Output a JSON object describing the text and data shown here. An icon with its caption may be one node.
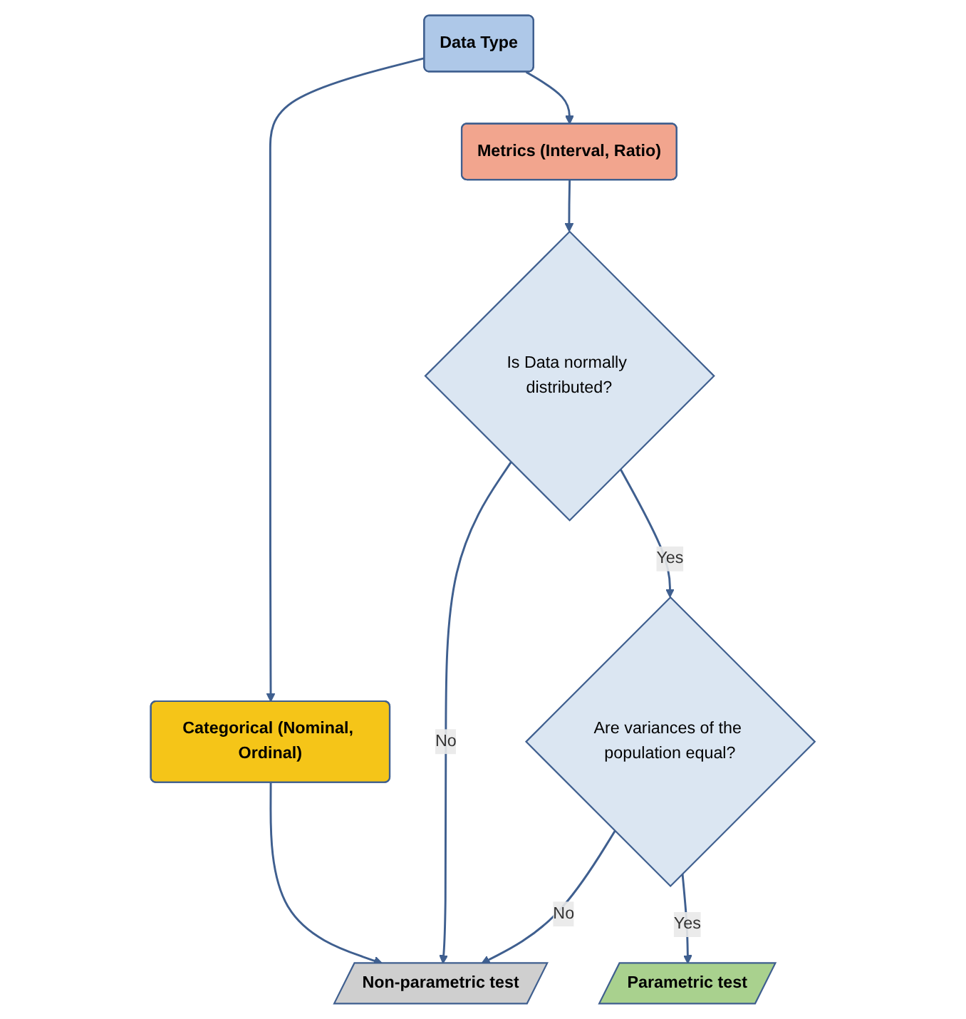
{
  "diagram": {
    "nodes": [
      {
        "text": [
          "Data Type"
        ]
      },
      {
        "text": [
          "Categorical (Nominal, Ordinal)"
        ]
      },
      {
        "text": [
          "Metrics (Interval, Ratio)"
        ]
      },
      {
        "text": [
          "Non-parametric test"
        ]
      },
      {
        "text": [
          "Is Data normally distributed?"
        ]
      },
      {
        "text": [
          "Are variances of the population equal?"
        ]
      },
      {
        "text": [
          "Parametric test"
        ]
      }
    ],
    "edges": [
      {
        "from": 0,
        "to": 1,
        "arrow": "to"
      },
      {
        "from": 0,
        "to": 2,
        "arrow": "to"
      },
      {
        "from": 1,
        "to": 3,
        "arrow": "to"
      },
      {
        "from": 2,
        "to": 4,
        "arrow": "to"
      },
      {
        "from": 4,
        "to": 3,
        "label": "No",
        "arrow": "to"
      },
      {
        "from": 4,
        "to": 5,
        "label": "Yes",
        "arrow": "to"
      },
      {
        "from": 5,
        "to": 3,
        "label": "No",
        "arrow": "to"
      },
      {
        "from": 5,
        "to": 6,
        "label": "Yes",
        "arrow": "to"
      }
    ]
  }
}
